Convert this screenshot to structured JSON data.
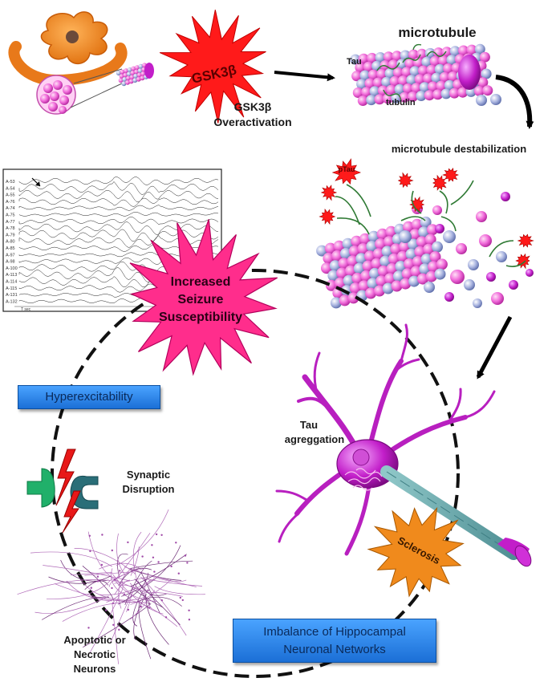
{
  "labels": {
    "gsk_star": "GSK3β",
    "gsk_caption_line1": "GSK3β",
    "gsk_caption_line2": "Overactivation",
    "microtubule": "microtubule",
    "tau": "Tau",
    "tubulin": "tubulin",
    "destabilization": "microtubule destabilization",
    "ptau": "pTau",
    "seizure_line1": "Increased",
    "seizure_line2": "Seizure",
    "seizure_line3": "Susceptibility",
    "hyperexcitability": "Hyperexcitability",
    "synaptic_line1": "Synaptic",
    "synaptic_line2": "Disruption",
    "tau_agg_line1": "Tau",
    "tau_agg_line2": "agreggation",
    "sclerosis": "Sclerosis",
    "imbalance_line1": "Imbalance of Hippocampal",
    "imbalance_line2": "Neuronal Networks",
    "apoptotic_line1": "Apoptotic or",
    "apoptotic_line2": "Necrotic",
    "apoptotic_line3": "Neurons"
  },
  "eeg_channels": [
    "A-53",
    "A-54",
    "A-55",
    "A-76",
    "A-74",
    "A-75",
    "A-77",
    "A-78",
    "A-79",
    "A-80",
    "A-85",
    "A-97",
    "A-98",
    "A-100",
    "A-113",
    "A-114",
    "A-115",
    "A-131",
    "A-132"
  ],
  "eeg_time_label": "T sec",
  "colors": {
    "gsk_star": "#ff1a1a",
    "seizure_star": "#ff2d8c",
    "sclerosis_star": "#f08a1c",
    "neuron": "#b81fbf",
    "tubulin_pink": "#f06ad9",
    "tubulin_blue": "#9aa8d8",
    "box_blue": "#2b8cf0",
    "synapse_green": "#20b06a",
    "synapse_teal": "#2a6e78"
  }
}
